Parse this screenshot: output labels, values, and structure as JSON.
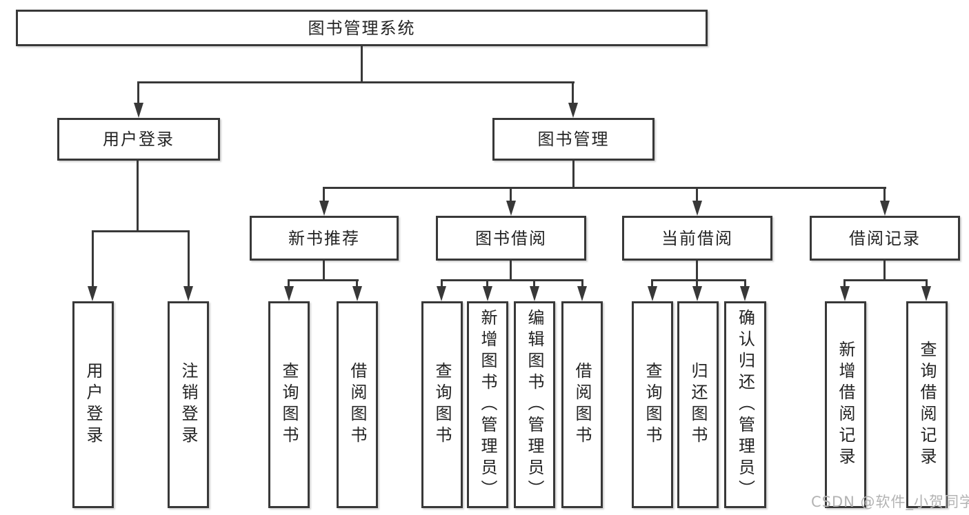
{
  "diagram": {
    "root": "图书管理系统",
    "level2": [
      {
        "label": "用户登录",
        "children": [
          {
            "label": "用户登录"
          },
          {
            "label": "注销登录"
          }
        ]
      },
      {
        "label": "图书管理",
        "children": [
          {
            "label": "新书推荐",
            "children": [
              {
                "label": "查询图书"
              },
              {
                "label": "借阅图书"
              }
            ]
          },
          {
            "label": "图书借阅",
            "children": [
              {
                "label": "查询图书"
              },
              {
                "label": "新增图书（管理员）"
              },
              {
                "label": "编辑图书（管理员）"
              },
              {
                "label": "借阅图书"
              }
            ]
          },
          {
            "label": "当前借阅",
            "children": [
              {
                "label": "查询图书"
              },
              {
                "label": "归还图书"
              },
              {
                "label": "确认归还（管理员）"
              }
            ]
          },
          {
            "label": "借阅记录",
            "children": [
              {
                "label": "新增借阅记录"
              },
              {
                "label": "查询借阅记录"
              }
            ]
          }
        ]
      }
    ]
  },
  "watermark": "CSDN @软件_小贺同学",
  "colors": {
    "line": "#383838",
    "box_border": "#383838",
    "box_fill": "#ffffff",
    "text": "#232323",
    "watermark": "#b3b3b3"
  }
}
